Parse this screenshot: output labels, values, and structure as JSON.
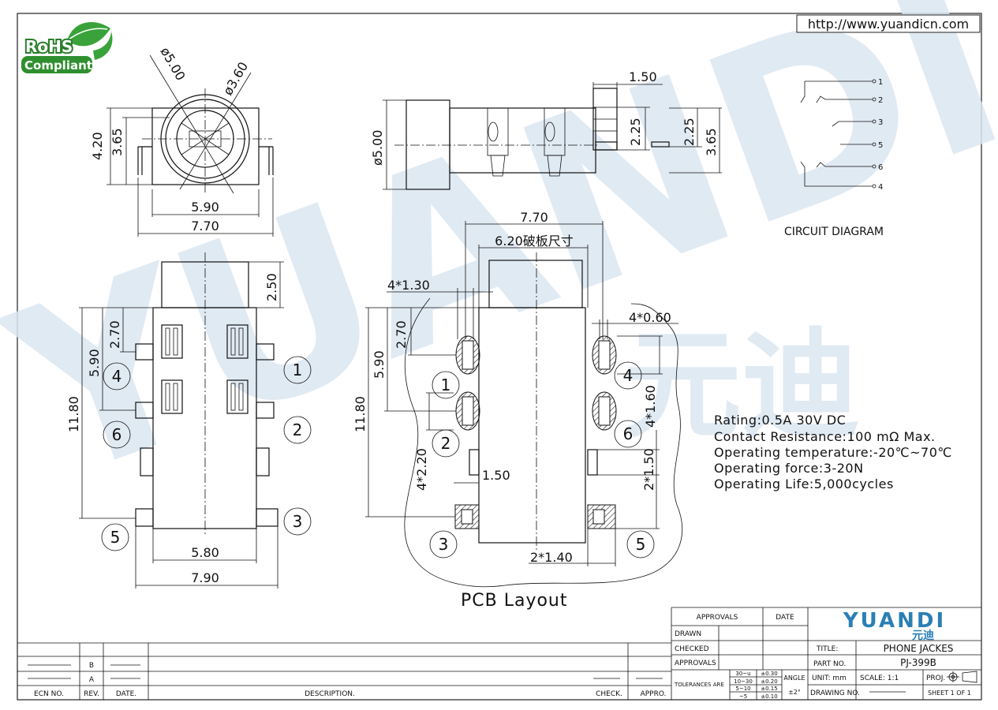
{
  "url": "http://www.yuandicn.com",
  "rohs": {
    "line1": "RoHS",
    "line2": "Compliant"
  },
  "watermark": {
    "latin": "YUANDI",
    "cjk": "元迪"
  },
  "dims": {
    "d500": "ø5.00",
    "d360": "ø3.60",
    "d420": "4.20",
    "d365": "3.65",
    "d590": "5.90",
    "d770": "7.70",
    "d150": "1.50",
    "d225": "2.25",
    "d500v": "ø5.00",
    "d250": "2.50",
    "d270": "2.70",
    "d1180": "11.80",
    "d580": "5.80",
    "d790": "7.90",
    "d620": "6.20破板尺寸",
    "h130": "4*1.30",
    "h060": "4*0.60",
    "h160": "4*1.60",
    "h220": "4*2.20",
    "h2150": "2*1.50",
    "h2140": "2*1.40"
  },
  "pins": [
    "1",
    "2",
    "3",
    "4",
    "5",
    "6"
  ],
  "circuit_label": "CIRCUIT DIAGRAM",
  "pcb_label": "PCB Layout",
  "specs": [
    "Rating:0.5A 30V DC",
    "Contact Resistance:100 mΩ Max.",
    "Operating temperature:-20℃~70℃",
    "Operating force:3-20N",
    "Operating Life:5,000cycles"
  ],
  "title_block": {
    "approvals": "APPROVALS",
    "date": "DATE",
    "drawn": "DRAWN",
    "checked": "CHECKED",
    "approvals2": "APPROVALS",
    "tolerances": "TOLERANCES ARE",
    "tol_ranges": [
      "30~u",
      "10~30",
      "5~10",
      "~5"
    ],
    "tol_values": [
      "±0.30",
      "±0.20",
      "±0.15",
      "±0.10"
    ],
    "angle": "ANGLE",
    "angle_val": "±2°",
    "logo": "YUANDI",
    "logo_cjk": "元迪",
    "title_key": "TITLE:",
    "title_val": "PHONE JACKES",
    "part_key": "PART NO.",
    "part_val": "PJ-399B",
    "unit": "UNIT: mm",
    "scale": "SCALE: 1:1",
    "proj": "PROJ.",
    "drawing_no": "DRAWING NO.",
    "sheet": "SHEET 1 OF 1"
  },
  "revision": {
    "rev_b": "B",
    "rev_a": "A",
    "headers": {
      "ecn": "ECN NO.",
      "rev": "REV.",
      "date": "DATE.",
      "desc": "DESCRIPTION.",
      "check": "CHECK.",
      "appro": "APPRO."
    }
  }
}
